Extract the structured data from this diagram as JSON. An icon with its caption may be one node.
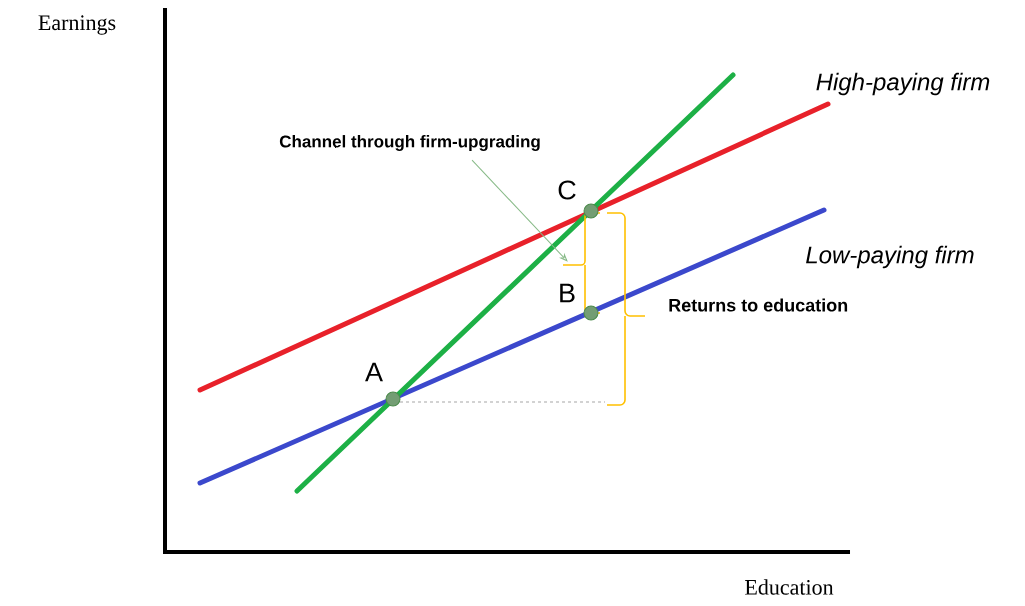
{
  "diagram": {
    "nodes": [
      {
        "text": [
          "Channel through firm-upgrading"
        ]
      },
      {
        "text": [],
        "shape": "brace"
      }
    ],
    "edges": [
      {
        "from": 0,
        "to": 1,
        "arrow": "to",
        "color": "#86b986"
      }
    ],
    "labels": [
      "Earnings",
      "High-paying firm",
      "C",
      "Low-paying firm",
      "B",
      "Returns to education",
      "A",
      "Education"
    ]
  }
}
